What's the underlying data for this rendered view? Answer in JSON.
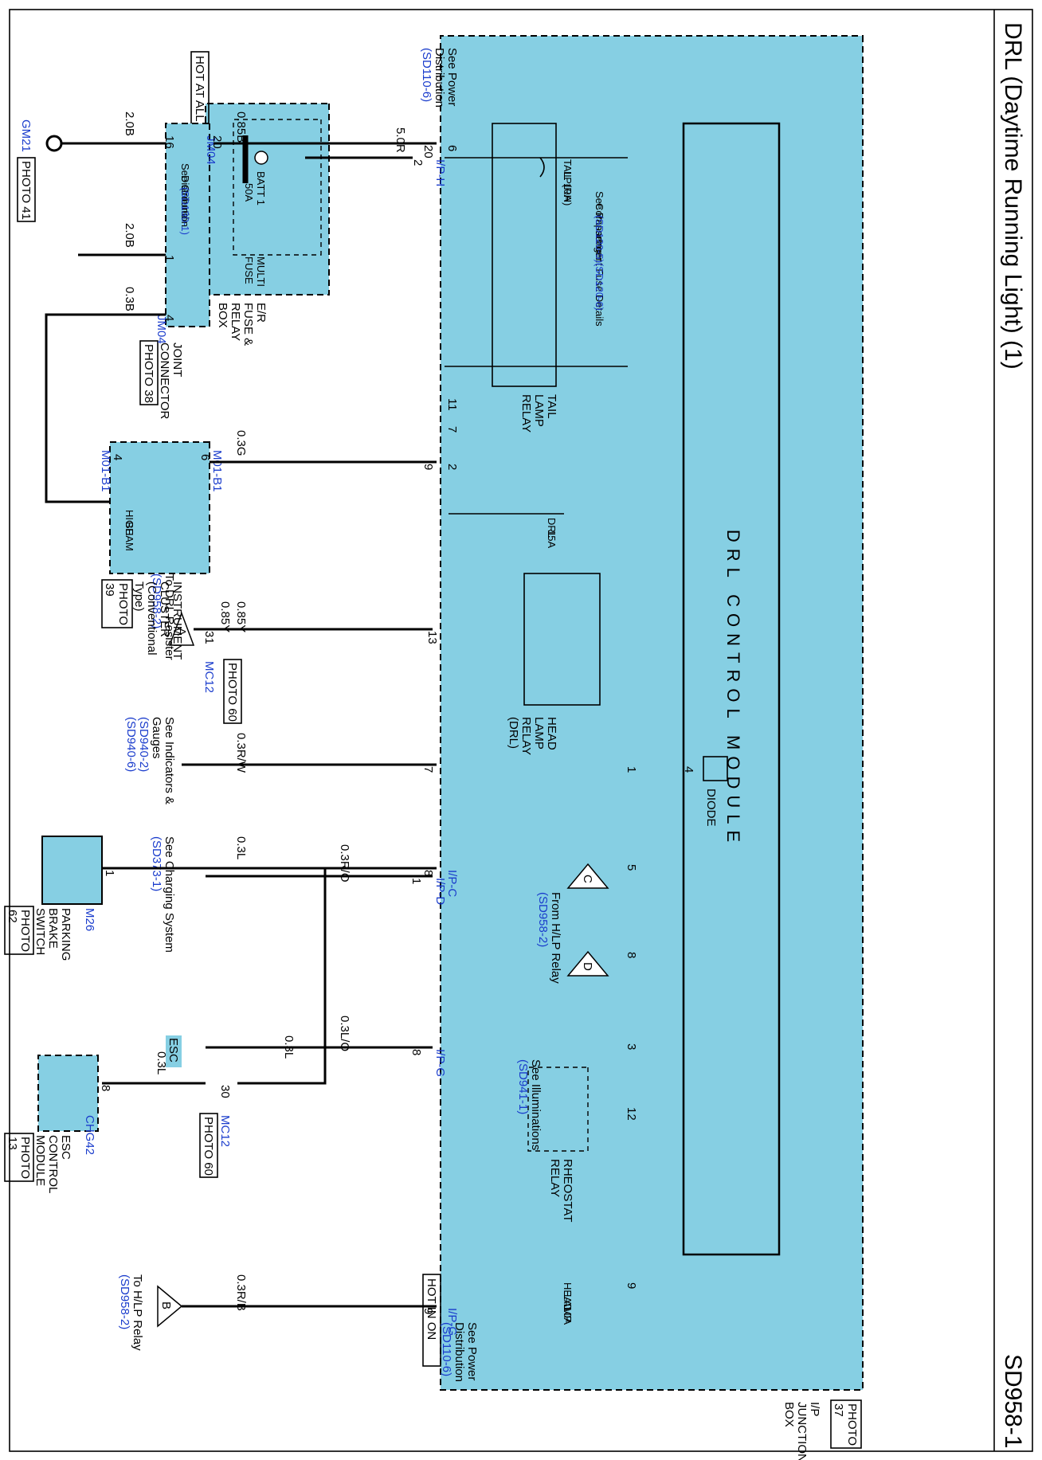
{
  "title": "DRL (Daytime Running Light)   (1)",
  "page_code": "SD958-1",
  "colors": {
    "module_fill": "#86cfe3",
    "wire": "#000000",
    "ref_blue": "#1a3ccc"
  },
  "hot_at_all_times": "HOT AT ALL TIMES",
  "hot_in_on": "HOT IN ON",
  "er_box": {
    "l1": "E/R",
    "l2": "FUSE &",
    "l3": "RELAY",
    "l4": "BOX",
    "multi1": "MULTI",
    "multi2": "FUSE",
    "fuse1": "BATT 1",
    "fuse2": "50A"
  },
  "ip_box": {
    "l1": "I/P",
    "l2": "JUNCTION",
    "l3": "BOX",
    "photo1": "PHOTO",
    "photo2": "37"
  },
  "module": {
    "name": "DRL CONTROL MODULE",
    "diode": "DIODE"
  },
  "wires": {
    "w50r": "5.0R",
    "w085b": "0.85B",
    "w20b_a": "2.0B",
    "w20b_b": "2.0B",
    "w03b": "0.3B",
    "w03g": "0.3G",
    "w085y_a": "0.85Y",
    "w085y_b": "0.85Y",
    "w03rw": "0.3R/W",
    "w03ro": "0.3R/O",
    "w03lo": "0.3L/O",
    "w03l_a": "0.3L",
    "w03l_b": "0.3L",
    "w03l_c": "0.3L",
    "w03rb": "0.3R/B"
  },
  "connectors": {
    "iph": "I/P-H",
    "jm04_a": "JM04",
    "jm04_b": "JM04",
    "m01b1_a": "M01-B1",
    "m01b1_b": "M01-B1",
    "mc12_a": "MC12",
    "mc12_b": "MC12",
    "ipd": "I/P-D",
    "ipg_a": "I/P-G",
    "ipg_b": "I/P-G",
    "ipc": "I/P-C",
    "m26": "M26",
    "chg42": "CHG42",
    "gm21": "GM21"
  },
  "pins": {
    "p_iph": "2",
    "p_jm_20": "20",
    "p_jm_16": "16",
    "p_jm_1": "1",
    "p_jm_4": "4",
    "p_mod_20": "20",
    "p_mod_6": "6",
    "p_mod_11": "11",
    "p_mod_7": "7",
    "p_mod_9": "9",
    "p_mod_2": "2",
    "p_cl_6": "6",
    "p_cl_4": "4",
    "p_13": "13",
    "p_31": "31",
    "p_mod_1": "1",
    "p_mod_5": "5",
    "p_mod_8": "8",
    "p_mod_7b": "7",
    "p_mod_4": "4",
    "p_ipd_1": "1",
    "p_ipg_8": "8",
    "p_mod_3": "3",
    "p_ipc_8": "8",
    "p_m26_1": "1",
    "p_mod_12": "12",
    "p_mc12_30": "30",
    "p_chg_8": "8",
    "p_mod_9b": "9",
    "p_ipg_9": "9"
  },
  "parts": {
    "tail_fuse1": "TAIL",
    "tail_fuse2": "LP(RH)",
    "tail_fuse3": "10A",
    "tail_relay1": "TAIL",
    "tail_relay2": "LAMP",
    "tail_relay3": "RELAY",
    "drl_fuse1": "DRL",
    "drl_fuse2": "15A",
    "hl_relay1": "HEAD",
    "hl_relay2": "LAMP",
    "hl_relay3": "RELAY",
    "hl_relay4": "(DRL)",
    "rheo1": "RHEOSTAT",
    "rheo2": "RELAY",
    "hl_fuse1": "HEAD",
    "hl_fuse2": "LAMP",
    "hl_fuse3": "10A",
    "joint1": "JOINT",
    "joint2": "CONNECTOR",
    "joint_photo": "PHOTO 38",
    "cluster1": "INSTRUMENT",
    "cluster2": "CLUSTER",
    "cluster3": "(Conventional",
    "cluster4": "Type)",
    "cluster_photo1": "PHOTO",
    "cluster_photo2": "39",
    "high1": "HIGH",
    "high2": "BEAM",
    "pbs1": "PARKING",
    "pbs2": "BRAKE",
    "pbs3": "SWITCH",
    "pbs_photo1": "PHOTO",
    "pbs_photo2": "62",
    "esc1": "ESC",
    "esc2": "CONTROL",
    "esc3": "MODULE",
    "esc_photo1": "PHOTO",
    "esc_photo2": "13",
    "esc_tag": "ESC",
    "gm21_photo": "PHOTO 41",
    "mc12_photo_a": "PHOTO 60",
    "mc12_photo_b": "PHOTO 60"
  },
  "refs": {
    "pd1_a": "See Power",
    "pd1_b": "Distribution",
    "pd1_c": "(SD110-6)",
    "pd2_a": "See Power",
    "pd2_b": "Distribution",
    "pd2_c": "(SD110-6)",
    "pass_a": "See Passenger",
    "pass_b": "Compartment Fuse Details",
    "pass_c": "(SD120-5)(SD120-6)",
    "gnd_a": "See Ground",
    "gnd_b": "Distribution",
    "gnd_c": "(SD130-1)",
    "drlres_a": "To DRL Resister",
    "drlres_b": "(SD958-2)",
    "hlp_a": "From H/LP Relay",
    "hlp_b": "(SD958-2)",
    "chg_a": "See Charging System",
    "chg_b": "(SD373-1)",
    "ind_a": "See Indicators &",
    "ind_b": "Gauges",
    "ind_c": "(SD940-2)",
    "ind_d": "(SD940-6)",
    "ill_a": "See Illuminations",
    "ill_b": "(SD941-1)",
    "tohlp_a": "To H/LP Relay",
    "tohlp_b": "(SD958-2)",
    "tri_a": "A",
    "tri_b": "B",
    "tri_c": "C",
    "tri_d": "D"
  }
}
